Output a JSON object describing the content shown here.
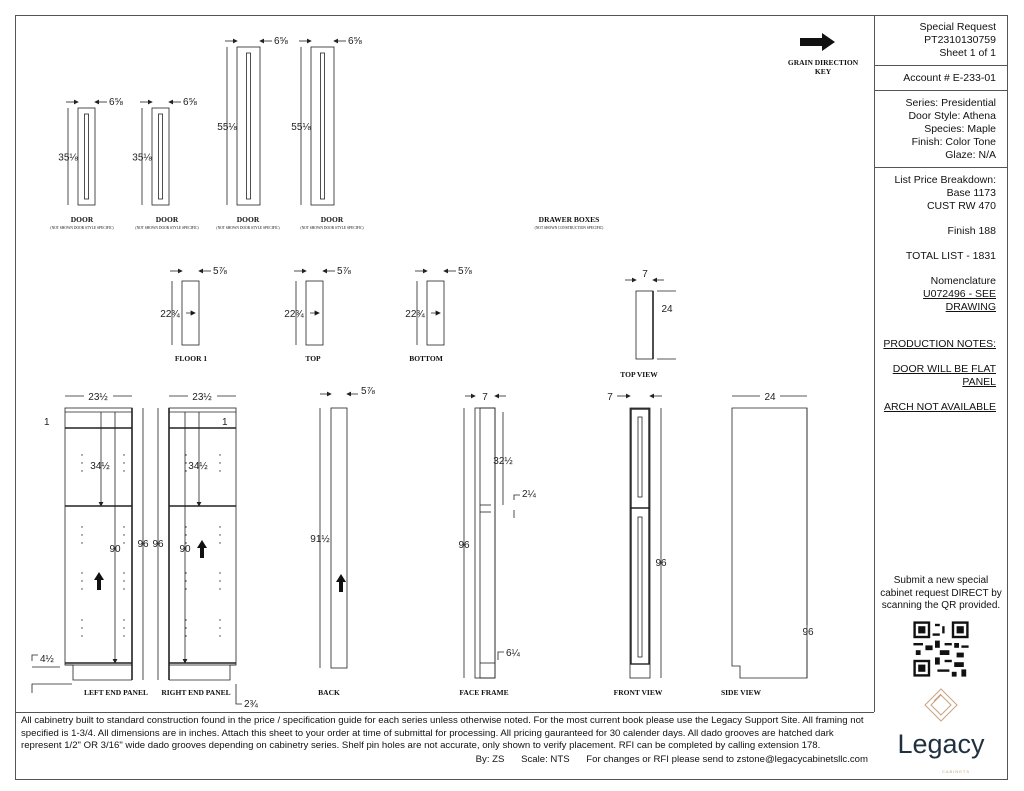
{
  "title_block": {
    "request_type": "Special Request",
    "request_number": "PT2310130759",
    "sheet": "Sheet 1 of 1",
    "account": "Account # E-233-01",
    "series": "Series: Presidential",
    "door_style": "Door Style: Athena",
    "species": "Species: Maple",
    "finish": "Finish: Color Tone",
    "glaze": "Glaze: N/A",
    "price_heading": "List Price Breakdown:",
    "price_base": "Base 1173",
    "price_cust": "CUST RW 470",
    "price_finish": "Finish 188",
    "total_list": "TOTAL LIST - 1831",
    "nomenclature_label": "Nomenclature",
    "nomenclature_value_1": "U072496 - SEE",
    "nomenclature_value_2": "DRAWING",
    "production_notes_heading": "PRODUCTION NOTES:",
    "note_1a": "DOOR WILL BE FLAT",
    "note_1b": "PANEL",
    "note_2": "ARCH NOT AVAILABLE"
  },
  "qr": {
    "line1": "Submit a new special",
    "line2": "cabinet request DIRECT by",
    "line3": "scanning the QR provided."
  },
  "logo": {
    "name": "Legacy",
    "tagline": "CABINETS",
    "brand_color": "#1f3140",
    "accent_color": "#c9a27e"
  },
  "grain_key": {
    "line1": "GRAIN DIRECTION",
    "line2": "KEY"
  },
  "doors": [
    {
      "label": "DOOR",
      "sub": "(NOT SHOWN DOOR STYLE SPECIFIC)",
      "width": "6⅝",
      "height": "35⅛"
    },
    {
      "label": "DOOR",
      "sub": "(NOT SHOWN DOOR STYLE SPECIFIC)",
      "width": "6⅝",
      "height": "35⅛"
    },
    {
      "label": "DOOR",
      "sub": "(NOT SHOWN DOOR STYLE SPECIFIC)",
      "width": "6⅝",
      "height": "55⅛"
    },
    {
      "label": "DOOR",
      "sub": "(NOT SHOWN DOOR STYLE SPECIFIC)",
      "width": "6⅝",
      "height": "55⅛"
    }
  ],
  "drawer_boxes": {
    "label": "DRAWER BOXES",
    "sub": "(NOT SHOWN CONSTRUCTION SPECIFIC)",
    "items": [
      {
        "label": "FLOOR 1",
        "width": "5⅞",
        "height": "22¾"
      },
      {
        "label": "TOP",
        "width": "5⅞",
        "height": "22¾"
      },
      {
        "label": "BOTTOM",
        "width": "5⅞",
        "height": "22¾"
      }
    ],
    "top_view": {
      "label": "TOP VIEW",
      "width": "7",
      "depth": "24"
    }
  },
  "left_end_panel": {
    "label": "LEFT END PANEL",
    "width": "23½",
    "top": "1",
    "upper": "34½",
    "lower": "90",
    "height": "96",
    "toe": "4½"
  },
  "right_end_panel": {
    "label": "RIGHT END PANEL",
    "width": "23½",
    "top": "1",
    "upper": "34½",
    "lower": "90",
    "height": "96",
    "toe": "2¾"
  },
  "back": {
    "label": "BACK",
    "width": "5⅞",
    "height": "91½"
  },
  "face_frame": {
    "label": "FACE FRAME",
    "width": "7",
    "upper": "32½",
    "rail": "2¼",
    "bottom": "6¼",
    "height": "96"
  },
  "front_view": {
    "label": "FRONT VIEW",
    "width": "7",
    "height": "96"
  },
  "side_view": {
    "label": "SIDE VIEW",
    "depth": "24",
    "height": "96"
  },
  "notes": {
    "text": "All cabinetry built to standard construction found in the price / specification guide for each series unless otherwise noted. For the most current book please use the Legacy Support Site. All framing not specified is 1-3/4. All dimensions are in inches. Attach this sheet to your order at time of submittal for processing. All pricing gauranteed for 30 calender days. All dado grooves are hatched dark represent 1/2\" OR 3/16\" wide dado grooves depending on cabinetry series. Shelf pin holes are not accurate, only shown to verify placement. RFI can be completed by calling extension 178.",
    "by": "By: ZS",
    "scale": "Scale: NTS",
    "contact": "For changes or RFI please send to zstone@legacycabinetsllc.com"
  }
}
